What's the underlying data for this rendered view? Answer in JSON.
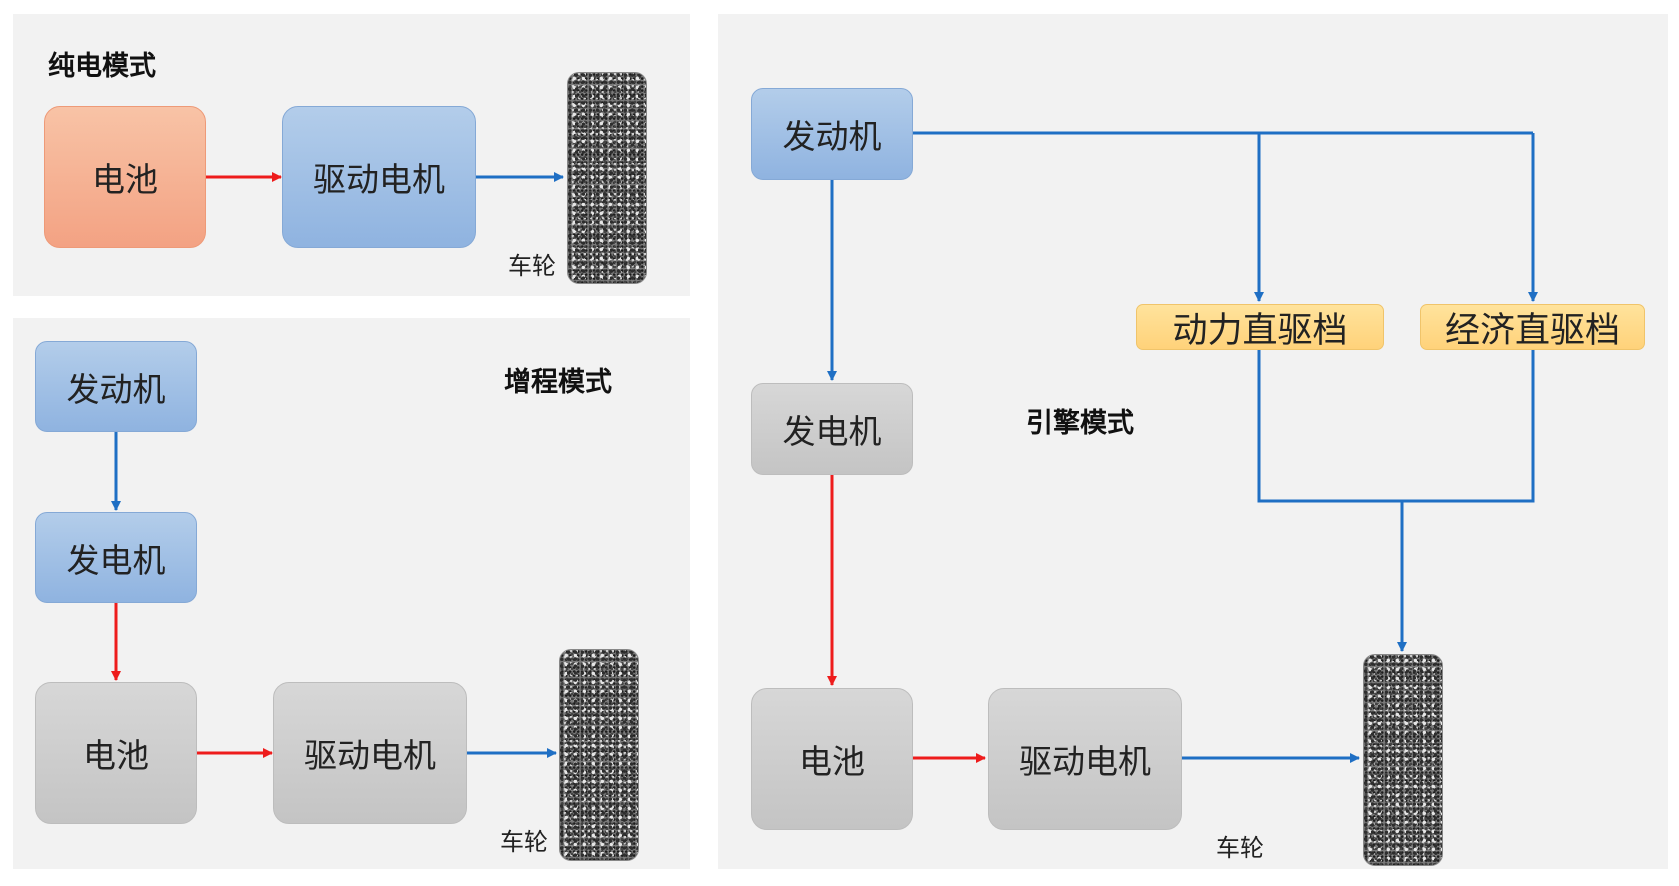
{
  "pure_ev": {
    "title": "纯电模式",
    "battery": "电池",
    "drive_motor": "驱动电机",
    "wheel_label": "车轮"
  },
  "range_extender": {
    "title": "增程模式",
    "engine": "发动机",
    "generator": "发电机",
    "battery": "电池",
    "drive_motor": "驱动电机",
    "wheel_label": "车轮"
  },
  "engine_mode": {
    "title": "引擎模式",
    "engine": "发动机",
    "generator": "发电机",
    "battery": "电池",
    "drive_motor": "驱动电机",
    "power_direct_gear": "动力直驱档",
    "eco_direct_gear": "经济直驱档",
    "wheel_label": "车轮"
  },
  "colors": {
    "mechanical_flow": "#1f6fc4",
    "electrical_flow": "#ee1c1c"
  }
}
